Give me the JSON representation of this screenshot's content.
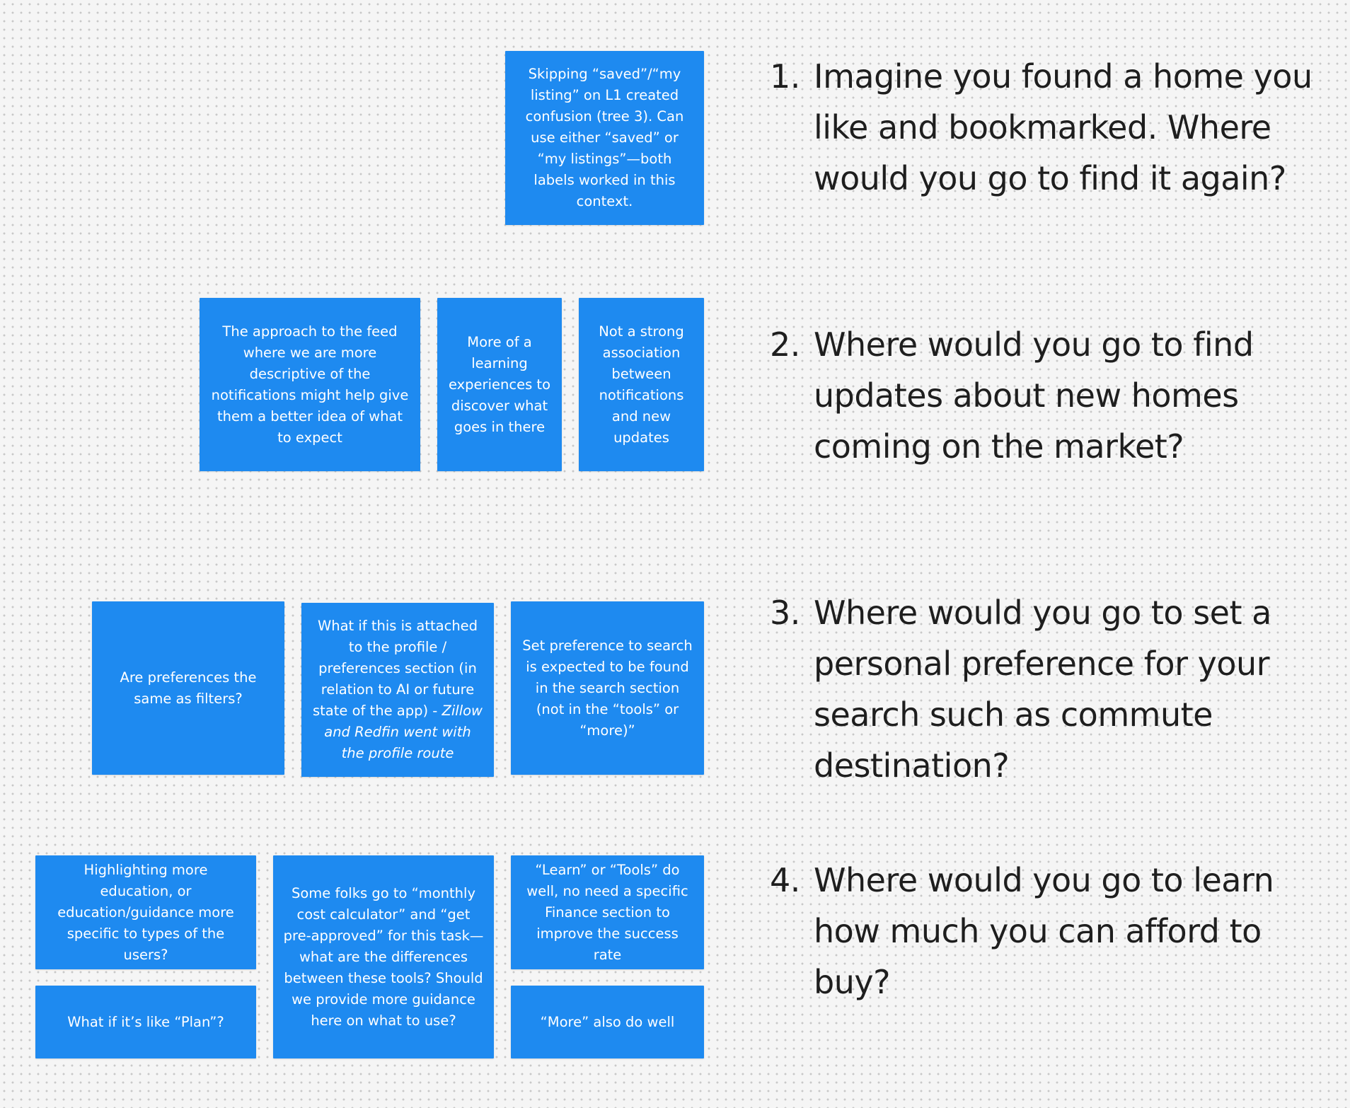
{
  "questions": [
    {
      "number": "1.",
      "text": "Imagine you found a home you like and bookmarked. Where would you go to find it again?"
    },
    {
      "number": "2.",
      "text": "Where would you go to find updates about new homes coming on the market?"
    },
    {
      "number": "3.",
      "text": "Where would you go to set a personal preference for your search such as commute destination?"
    },
    {
      "number": "4.",
      "text": "Where would you go to learn how much you can afford to buy?"
    }
  ],
  "notes": {
    "q1": [
      "Skipping “saved”/“my listing” on L1 created confusion (tree 3). Can use either “saved” or “my listings”—both labels worked in this context."
    ],
    "q2": [
      "The approach to the feed where we are more descriptive of the notifications might help give them a better idea of what to expect",
      "More of a learning experiences to discover what goes in there",
      "Not a strong association between notifications and new updates"
    ],
    "q3": [
      "Are preferences the same as filters?",
      {
        "text": "What if this is attached to the profile / preferences section (in relation to AI or future state of the app) -",
        "italic": "Zillow and Redfin went with the profile route"
      },
      "Set preference to search is expected to be found in the search section (not in the “tools” or “more)”"
    ],
    "q4": [
      "Highlighting more education, or education/guidance more specific to types of the users?",
      "What if it’s like “Plan”?",
      "Some folks go to “monthly cost calculator” and “get pre-approved” for this task—what are the differences between these tools? Should we provide more guidance here on what to use?",
      "“Learn” or “Tools” do well, no need a specific Finance section to improve the success rate",
      "“More” also do well"
    ]
  },
  "colors": {
    "note": "#1e8af0",
    "note_text": "#ffffff",
    "question_text": "#1e1e1e",
    "background": "#f5f5f5"
  }
}
